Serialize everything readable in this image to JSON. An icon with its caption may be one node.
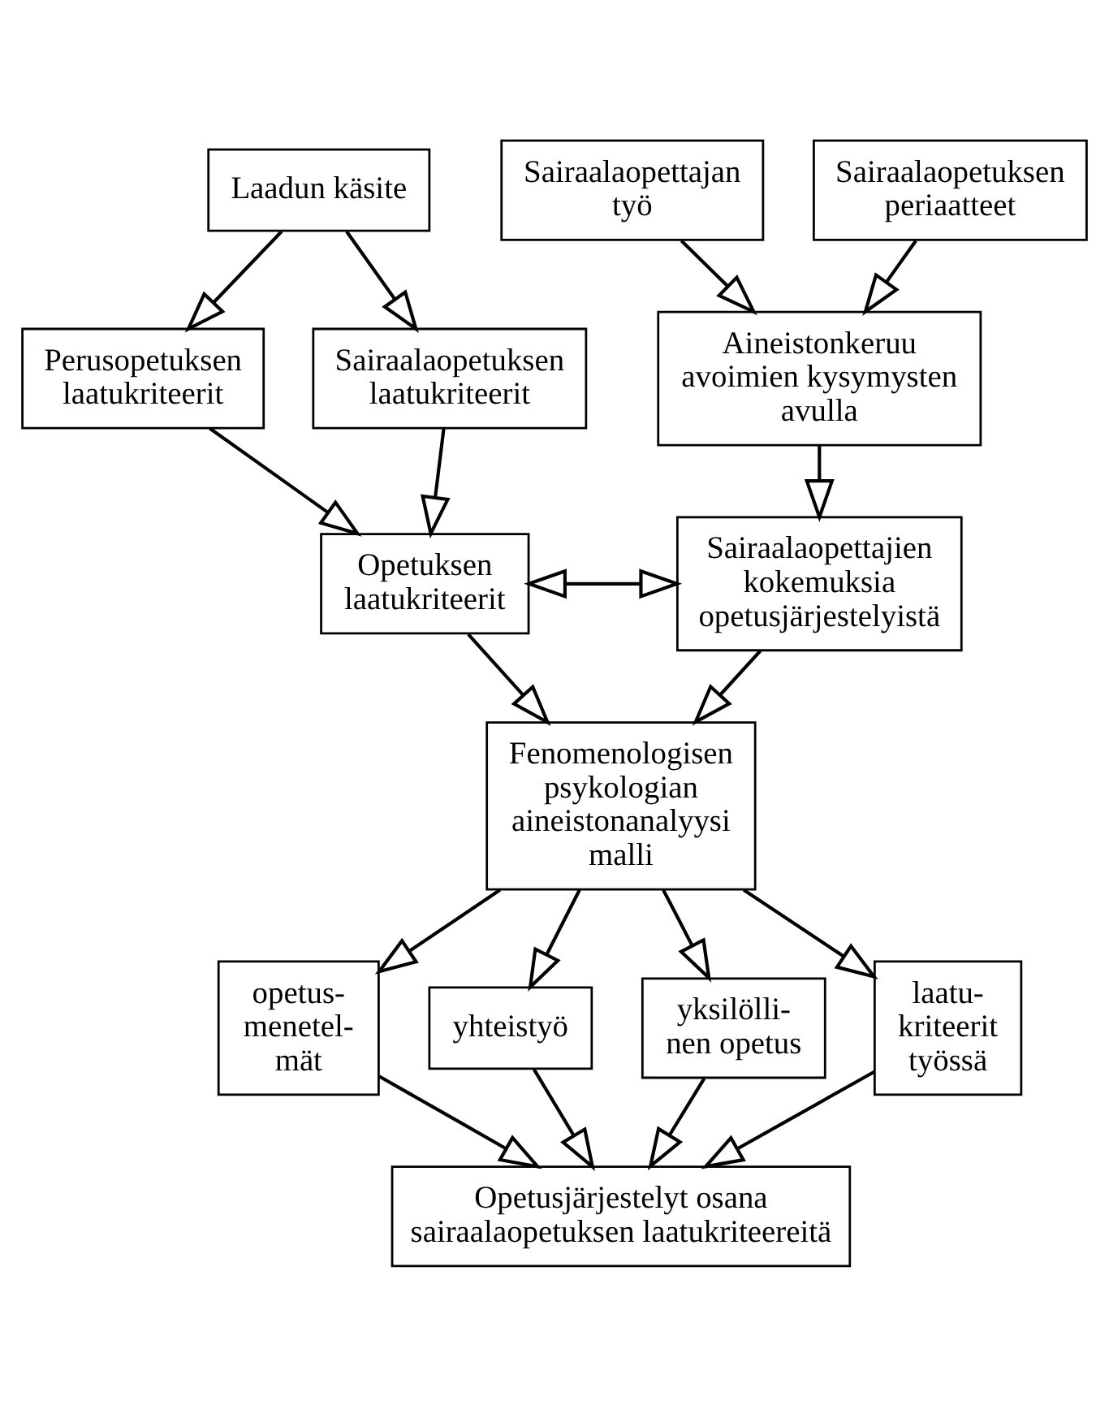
{
  "diagram": {
    "nodes": [
      {
        "text": [
          "Laadun käsite"
        ]
      },
      {
        "text": [
          "Perusopetuksen laatukriteerit"
        ]
      },
      {
        "text": [
          "Sairaalaopetuksen laatukriteerit"
        ]
      },
      {
        "text": [
          "Opetuksen laatukriteerit"
        ]
      },
      {
        "text": [
          "Sairaalaopettajan työ"
        ]
      },
      {
        "text": [
          "Sairaalaopetuksen periaatteet"
        ]
      },
      {
        "text": [
          "Aineistonkeruu avoimien kysymysten avulla"
        ]
      },
      {
        "text": [
          "Sairaalaopettajien kokemuksia opetusjärjestelyistä"
        ]
      },
      {
        "text": [
          "Fenomenologisen psykologian aineistonanalyysi malli"
        ]
      },
      {
        "text": [
          "opetus- menetel- mät"
        ]
      },
      {
        "text": [
          "yhteistyö"
        ]
      },
      {
        "text": [
          "yksilölli- nen opetus"
        ]
      },
      {
        "text": [
          "laatu- kriteerit työssä"
        ]
      },
      {
        "text": [
          "Opetusjärjestelyt osana sairaalaopetuksen laatukriteereitä"
        ]
      }
    ],
    "edges": [
      {
        "from": 0,
        "to": 1,
        "arrow": "to"
      },
      {
        "from": 0,
        "to": 2,
        "arrow": "to"
      },
      {
        "from": 1,
        "to": 3,
        "arrow": "to"
      },
      {
        "from": 2,
        "to": 3,
        "arrow": "to"
      },
      {
        "from": 4,
        "to": 6,
        "arrow": "to"
      },
      {
        "from": 5,
        "to": 6,
        "arrow": "to"
      },
      {
        "from": 6,
        "to": 7,
        "arrow": "to"
      },
      {
        "from": 3,
        "to": 7,
        "arrow": "both"
      },
      {
        "from": 3,
        "to": 8,
        "arrow": "to"
      },
      {
        "from": 7,
        "to": 8,
        "arrow": "to"
      },
      {
        "from": 8,
        "to": 9,
        "arrow": "to"
      },
      {
        "from": 8,
        "to": 10,
        "arrow": "to"
      },
      {
        "from": 8,
        "to": 11,
        "arrow": "to"
      },
      {
        "from": 8,
        "to": 12,
        "arrow": "to"
      },
      {
        "from": 9,
        "to": 13,
        "arrow": "to"
      },
      {
        "from": 10,
        "to": 13,
        "arrow": "to"
      },
      {
        "from": 11,
        "to": 13,
        "arrow": "to"
      },
      {
        "from": 12,
        "to": 13,
        "arrow": "to"
      }
    ]
  }
}
